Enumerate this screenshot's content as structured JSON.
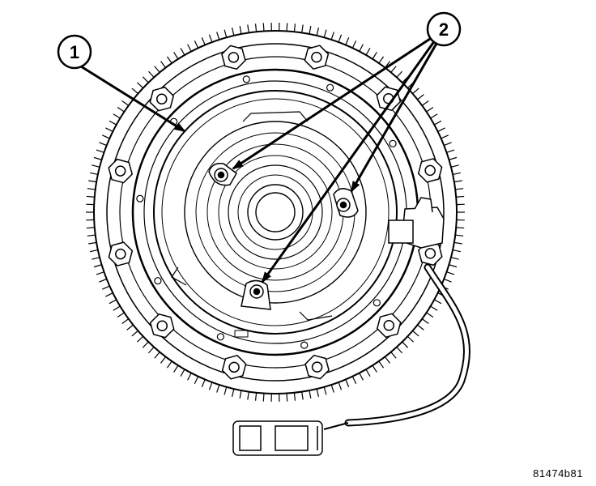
{
  "callouts": [
    {
      "label": "1"
    },
    {
      "label": "2"
    }
  ],
  "figure_id": "81474b81",
  "colors": {
    "line": "#000000",
    "background": "#ffffff"
  }
}
